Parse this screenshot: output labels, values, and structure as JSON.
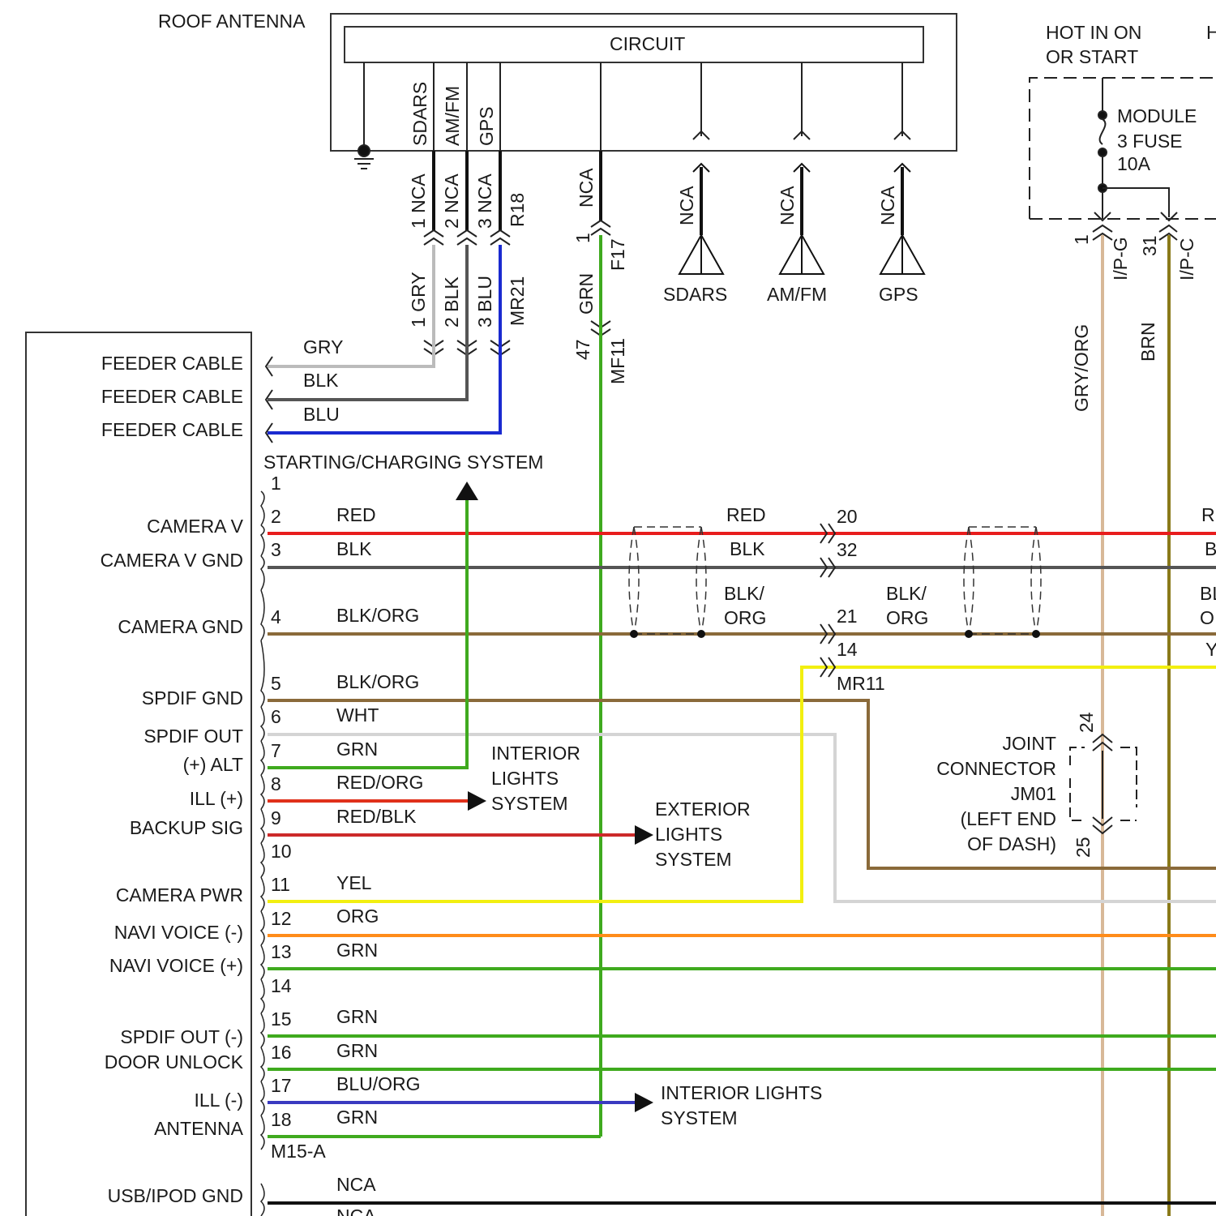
{
  "header": {
    "roof_antenna": "ROOF ANTENNA",
    "circuit": "CIRCUIT",
    "hot_line1": "HOT IN ON",
    "hot_line2": "OR START",
    "hot_edge": "H",
    "module_fuse": [
      "MODULE",
      "3 FUSE",
      "10A"
    ]
  },
  "antenna_inputs": [
    "SDARS",
    "AM/FM",
    "GPS"
  ],
  "antenna_wire_labels": [
    "1 NCA",
    "2 NCA",
    "3 NCA",
    "R18",
    "NCA",
    "1",
    "F17"
  ],
  "feeder_wire_labels": [
    "1 GRY",
    "2 BLK",
    "3 BLU",
    "MR21",
    "GRN",
    "47",
    "MF11"
  ],
  "antennas": [
    "SDARS",
    "AM/FM",
    "GPS"
  ],
  "antenna_nca": "NCA",
  "fuse_pins": {
    "left_num": "1",
    "left_conn": "I/P-G",
    "left_color": "GRY/ORG",
    "right_num": "31",
    "right_conn": "I/P-C",
    "right_color": "BRN"
  },
  "feeder": [
    {
      "label": "FEEDER CABLE",
      "color": "GRY"
    },
    {
      "label": "FEEDER CABLE",
      "color": "BLK"
    },
    {
      "label": "FEEDER CABLE",
      "color": "BLU"
    }
  ],
  "starting_system": "STARTING/CHARGING SYSTEM",
  "left_labels": [
    "CAMERA V",
    "CAMERA V GND",
    "CAMERA GND",
    "SPDIF GND",
    "SPDIF OUT",
    "(+) ALT",
    "ILL (+)",
    "BACKUP SIG",
    "CAMERA PWR",
    "NAVI VOICE (-)",
    "NAVI VOICE (+)",
    "SPDIF OUT (-)",
    "DOOR UNLOCK",
    "ILL (-)",
    "ANTENNA",
    "USB/IPOD GND"
  ],
  "pins": [
    "1",
    "2",
    "3",
    "4",
    "5",
    "6",
    "7",
    "8",
    "9",
    "10",
    "11",
    "12",
    "13",
    "14",
    "15",
    "16",
    "17",
    "18"
  ],
  "connector_name": "M15-A",
  "wire_colors": [
    "RED",
    "BLK",
    "BLK/ORG",
    "BLK/ORG",
    "WHT",
    "GRN",
    "RED/ORG",
    "RED/BLK",
    "YEL",
    "ORG",
    "GRN",
    "GRN",
    "GRN",
    "BLU/ORG",
    "GRN",
    "NCA",
    "NCA"
  ],
  "mid_labels": {
    "red": "RED",
    "blk": "BLK",
    "blk_org": [
      "BLK/",
      "ORG"
    ],
    "pin20": "20",
    "pin32": "32",
    "pin21": "21",
    "pin14": "14",
    "mr11": "MR11",
    "blk_org2": [
      "BLK/",
      "ORG"
    ]
  },
  "edge_labels": [
    "R",
    "B",
    "BL",
    "O",
    "Y"
  ],
  "interior_lights": [
    "INTERIOR",
    "LIGHTS",
    "SYSTEM"
  ],
  "exterior_lights": [
    "EXTERIOR",
    "LIGHTS",
    "SYSTEM"
  ],
  "interior_lights2": [
    "INTERIOR LIGHTS",
    "SYSTEM"
  ],
  "joint_connector": {
    "lines": [
      "JOINT",
      "CONNECTOR",
      "JM01",
      "(LEFT END",
      "OF DASH)"
    ],
    "top_pin": "24",
    "bottom_pin": "25"
  },
  "colors": {
    "red": "#e81c1c",
    "blk": "#555555",
    "blk_org": "#8a6a3a",
    "wht": "#d4d4d4",
    "grn": "#3faa1e",
    "red_org": "#e0301a",
    "red_blk": "#cc2a2a",
    "yel": "#f2ef10",
    "org": "#ff8c1a",
    "blu_org": "#3a3ac0",
    "blu": "#1a2ad0",
    "gry": "#bbbbbb",
    "gry_org": "#d8b898",
    "brn": "#8a7a1a",
    "black": "#111111"
  }
}
